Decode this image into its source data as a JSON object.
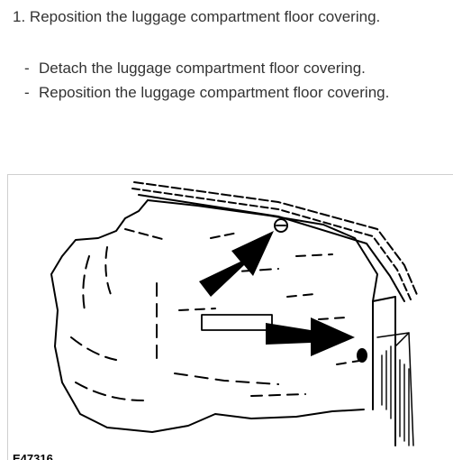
{
  "step": {
    "number": "1.",
    "title": "Reposition the luggage compartment floor covering."
  },
  "substeps": [
    "Detach the luggage compartment floor covering.",
    "Reposition the luggage compartment floor covering."
  ],
  "figure": {
    "code": "E47316"
  }
}
